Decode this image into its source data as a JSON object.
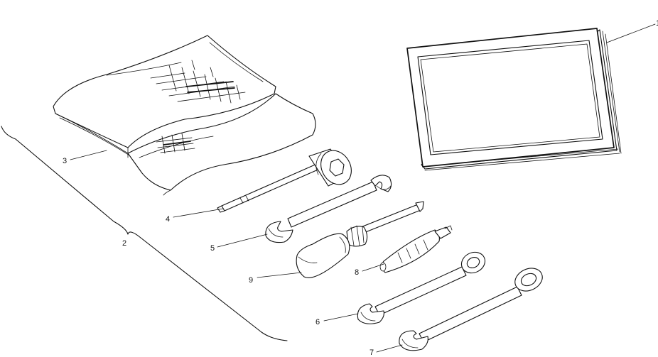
{
  "callouts": {
    "c1": "1",
    "c2": "2",
    "c3": "3",
    "c4": "4",
    "c5": "5",
    "c6": "6",
    "c7": "7",
    "c8": "8",
    "c9": "9"
  },
  "line_color": "#111111",
  "background_color": "#ffffff"
}
